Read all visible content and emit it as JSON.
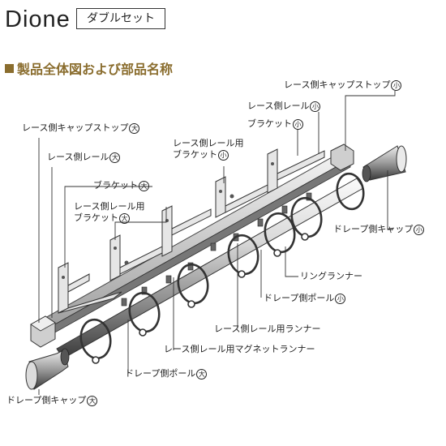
{
  "header": {
    "brand": "Dione",
    "set_type": "ダブルセット",
    "section_title": "製品全体図および部品名称"
  },
  "labels": {
    "lace_cap_stop_small": "レース側キャップストップ",
    "lace_cap_stop_small_size": "小",
    "lace_rail_small": "レース側レール",
    "lace_rail_small_size": "小",
    "bracket_small": "ブラケット",
    "bracket_small_size": "小",
    "lace_rail_bracket_small_l1": "レース側レール用",
    "lace_rail_bracket_small_l2": "ブラケット",
    "lace_rail_bracket_small_size": "小",
    "lace_cap_stop_large": "レース側キャップストップ",
    "lace_cap_stop_large_size": "大",
    "lace_rail_large": "レース側レール",
    "lace_rail_large_size": "大",
    "bracket_large": "ブラケット",
    "bracket_large_size": "大",
    "lace_rail_bracket_large_l1": "レース側レール用",
    "lace_rail_bracket_large_l2": "ブラケット",
    "lace_rail_bracket_large_size": "大",
    "drape_cap_small": "ドレープ側キャップ",
    "drape_cap_small_size": "小",
    "ring_runner": "リングランナー",
    "drape_pole_small": "ドレープ側ポール",
    "drape_pole_small_size": "小",
    "lace_rail_runner": "レース側レール用ランナー",
    "lace_rail_magnet_runner": "レース側レール用マグネットランナー",
    "drape_pole_large": "ドレープ側ポール",
    "drape_pole_large_size": "大",
    "drape_cap_large": "ドレープ側キャップ",
    "drape_cap_large_size": "大"
  }
}
